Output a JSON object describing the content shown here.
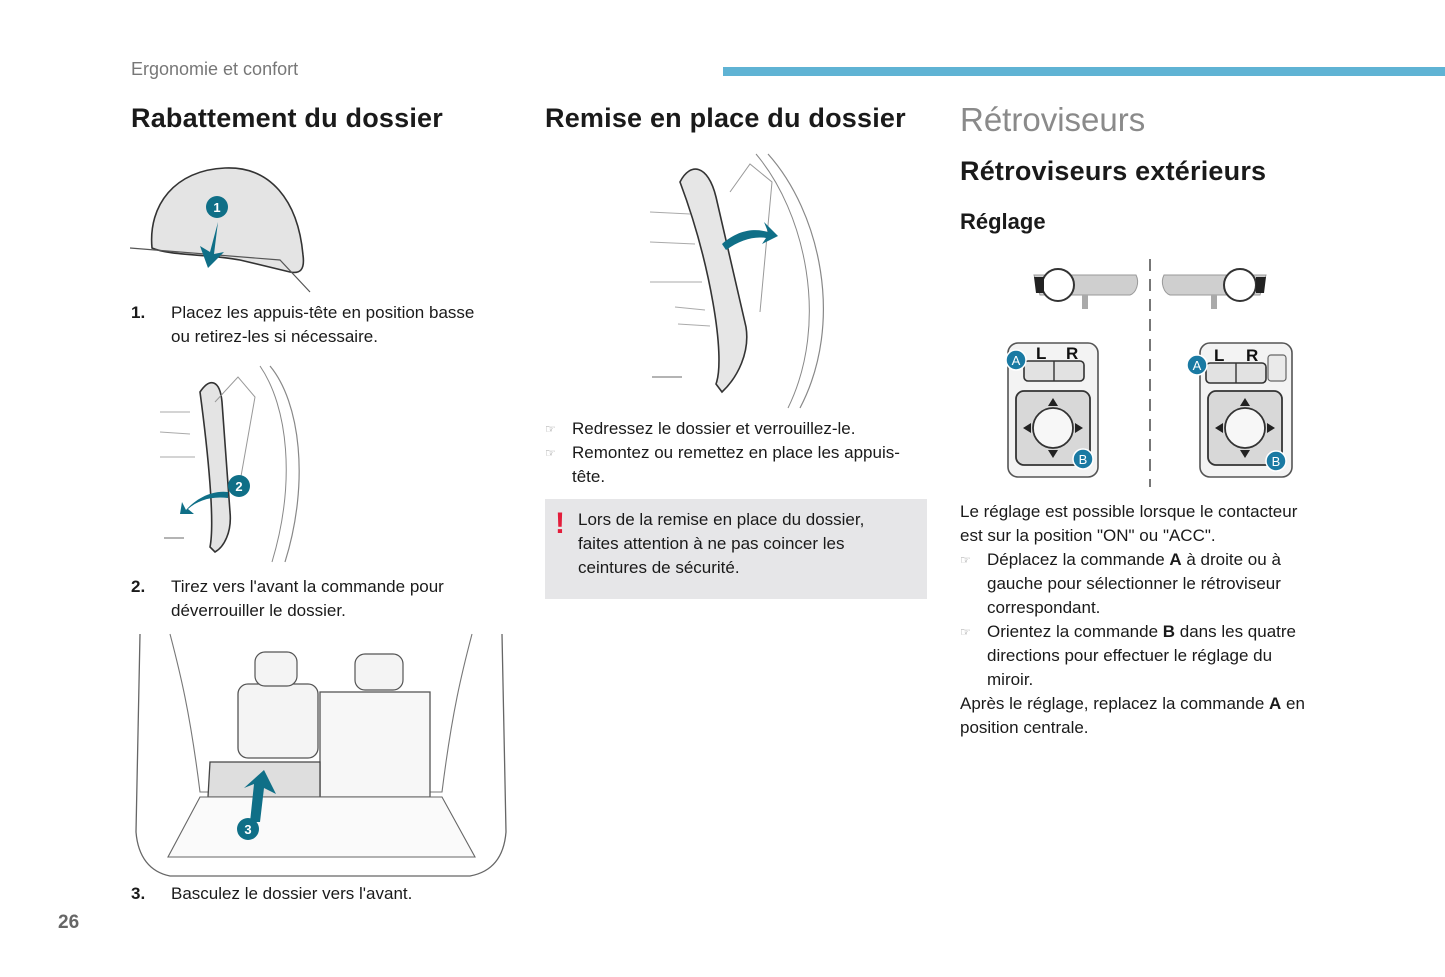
{
  "header": {
    "section": "Ergonomie et confort",
    "accent": "#5fb3d4"
  },
  "col1": {
    "title": "Rabattement du dossier",
    "steps": [
      {
        "num": "1.",
        "text_l1": "Placez les appuis-tête en position basse",
        "text_l2": "ou retirez-les si nécessaire."
      },
      {
        "num": "2.",
        "text_l1": "Tirez vers l'avant la commande pour",
        "text_l2": "déverrouiller le dossier."
      },
      {
        "num": "3.",
        "text_l1": "Basculez le dossier vers l'avant.",
        "text_l2": ""
      }
    ],
    "badges": [
      "1",
      "2",
      "3"
    ]
  },
  "col2": {
    "title": "Remise en place du dossier",
    "bullets": [
      {
        "l1": "Redressez le dossier et verrouillez-le.",
        "l2": ""
      },
      {
        "l1": "Remontez ou remettez en place les appuis-",
        "l2": "tête."
      }
    ],
    "warning": {
      "icon": "warning-exclamation-icon",
      "l1": "Lors de la remise en place du dossier,",
      "l2": "faites attention à ne pas coincer les",
      "l3": "ceintures de sécurité."
    }
  },
  "col3": {
    "title": "Rétroviseurs",
    "subtitle": "Rétroviseurs extérieurs",
    "subsubtitle": "Réglage",
    "diagram": {
      "label_a": "A",
      "label_b": "B",
      "label_l": "L",
      "label_r": "R"
    },
    "intro_l1": "Le réglage est possible lorsque le contacteur",
    "intro_l2": "est sur la position \"ON\" ou \"ACC\".",
    "b1_pre": "Déplacez la commande ",
    "b1_bold": "A",
    "b1_post": " à droite ou à",
    "b1_l2": "gauche pour sélectionner le rétroviseur",
    "b1_l3": "correspondant.",
    "b2_pre": "Orientez la commande ",
    "b2_bold": "B",
    "b2_post": " dans les quatre",
    "b2_l2": "directions pour effectuer le réglage du",
    "b2_l3": "miroir.",
    "after_pre": "Après le réglage, replacez la commande ",
    "after_bold": "A",
    "after_post": " en",
    "after_l2": "position centrale."
  },
  "footer": {
    "page_number": "26"
  },
  "colors": {
    "teal": "#0f6f87",
    "warning_red": "#e31d3b",
    "note_bg": "#e6e6e8"
  }
}
